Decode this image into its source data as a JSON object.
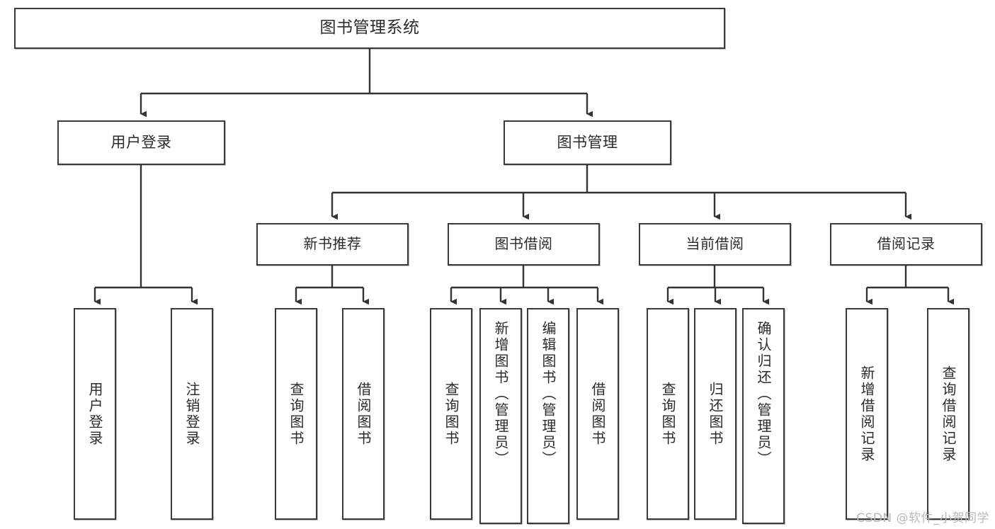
{
  "diagram": {
    "title": "图书管理系统",
    "watermark": "CSDN @软件_小贺同学",
    "colors": {
      "box_border": "#3a3a3a",
      "box_fill": "#ffffff",
      "connector": "#333333",
      "text": "#2b2b2b",
      "watermark": "#b9b9b9",
      "background": "#ffffff"
    },
    "root": {
      "label": "图书管理系统"
    },
    "level1": [
      {
        "label": "用户登录"
      },
      {
        "label": "图书管理"
      }
    ],
    "level2": [
      {
        "label": "新书推荐"
      },
      {
        "label": "图书借阅"
      },
      {
        "label": "当前借阅"
      },
      {
        "label": "借阅记录"
      }
    ],
    "leaves": {
      "user_login": [
        {
          "label": "用户登录"
        },
        {
          "label": "注销登录"
        }
      ],
      "new_book_recommend": [
        {
          "label": "查询图书"
        },
        {
          "label": "借阅图书"
        }
      ],
      "book_borrow": [
        {
          "label": "查询图书"
        },
        {
          "label": "新增图书（管理员）"
        },
        {
          "label": "编辑图书（管理员）"
        },
        {
          "label": "借阅图书"
        }
      ],
      "current_borrow": [
        {
          "label": "查询图书"
        },
        {
          "label": "归还图书"
        },
        {
          "label": "确认归还（管理员）"
        }
      ],
      "borrow_record": [
        {
          "label": "新增借阅记录"
        },
        {
          "label": "查询借阅记录"
        }
      ]
    }
  }
}
